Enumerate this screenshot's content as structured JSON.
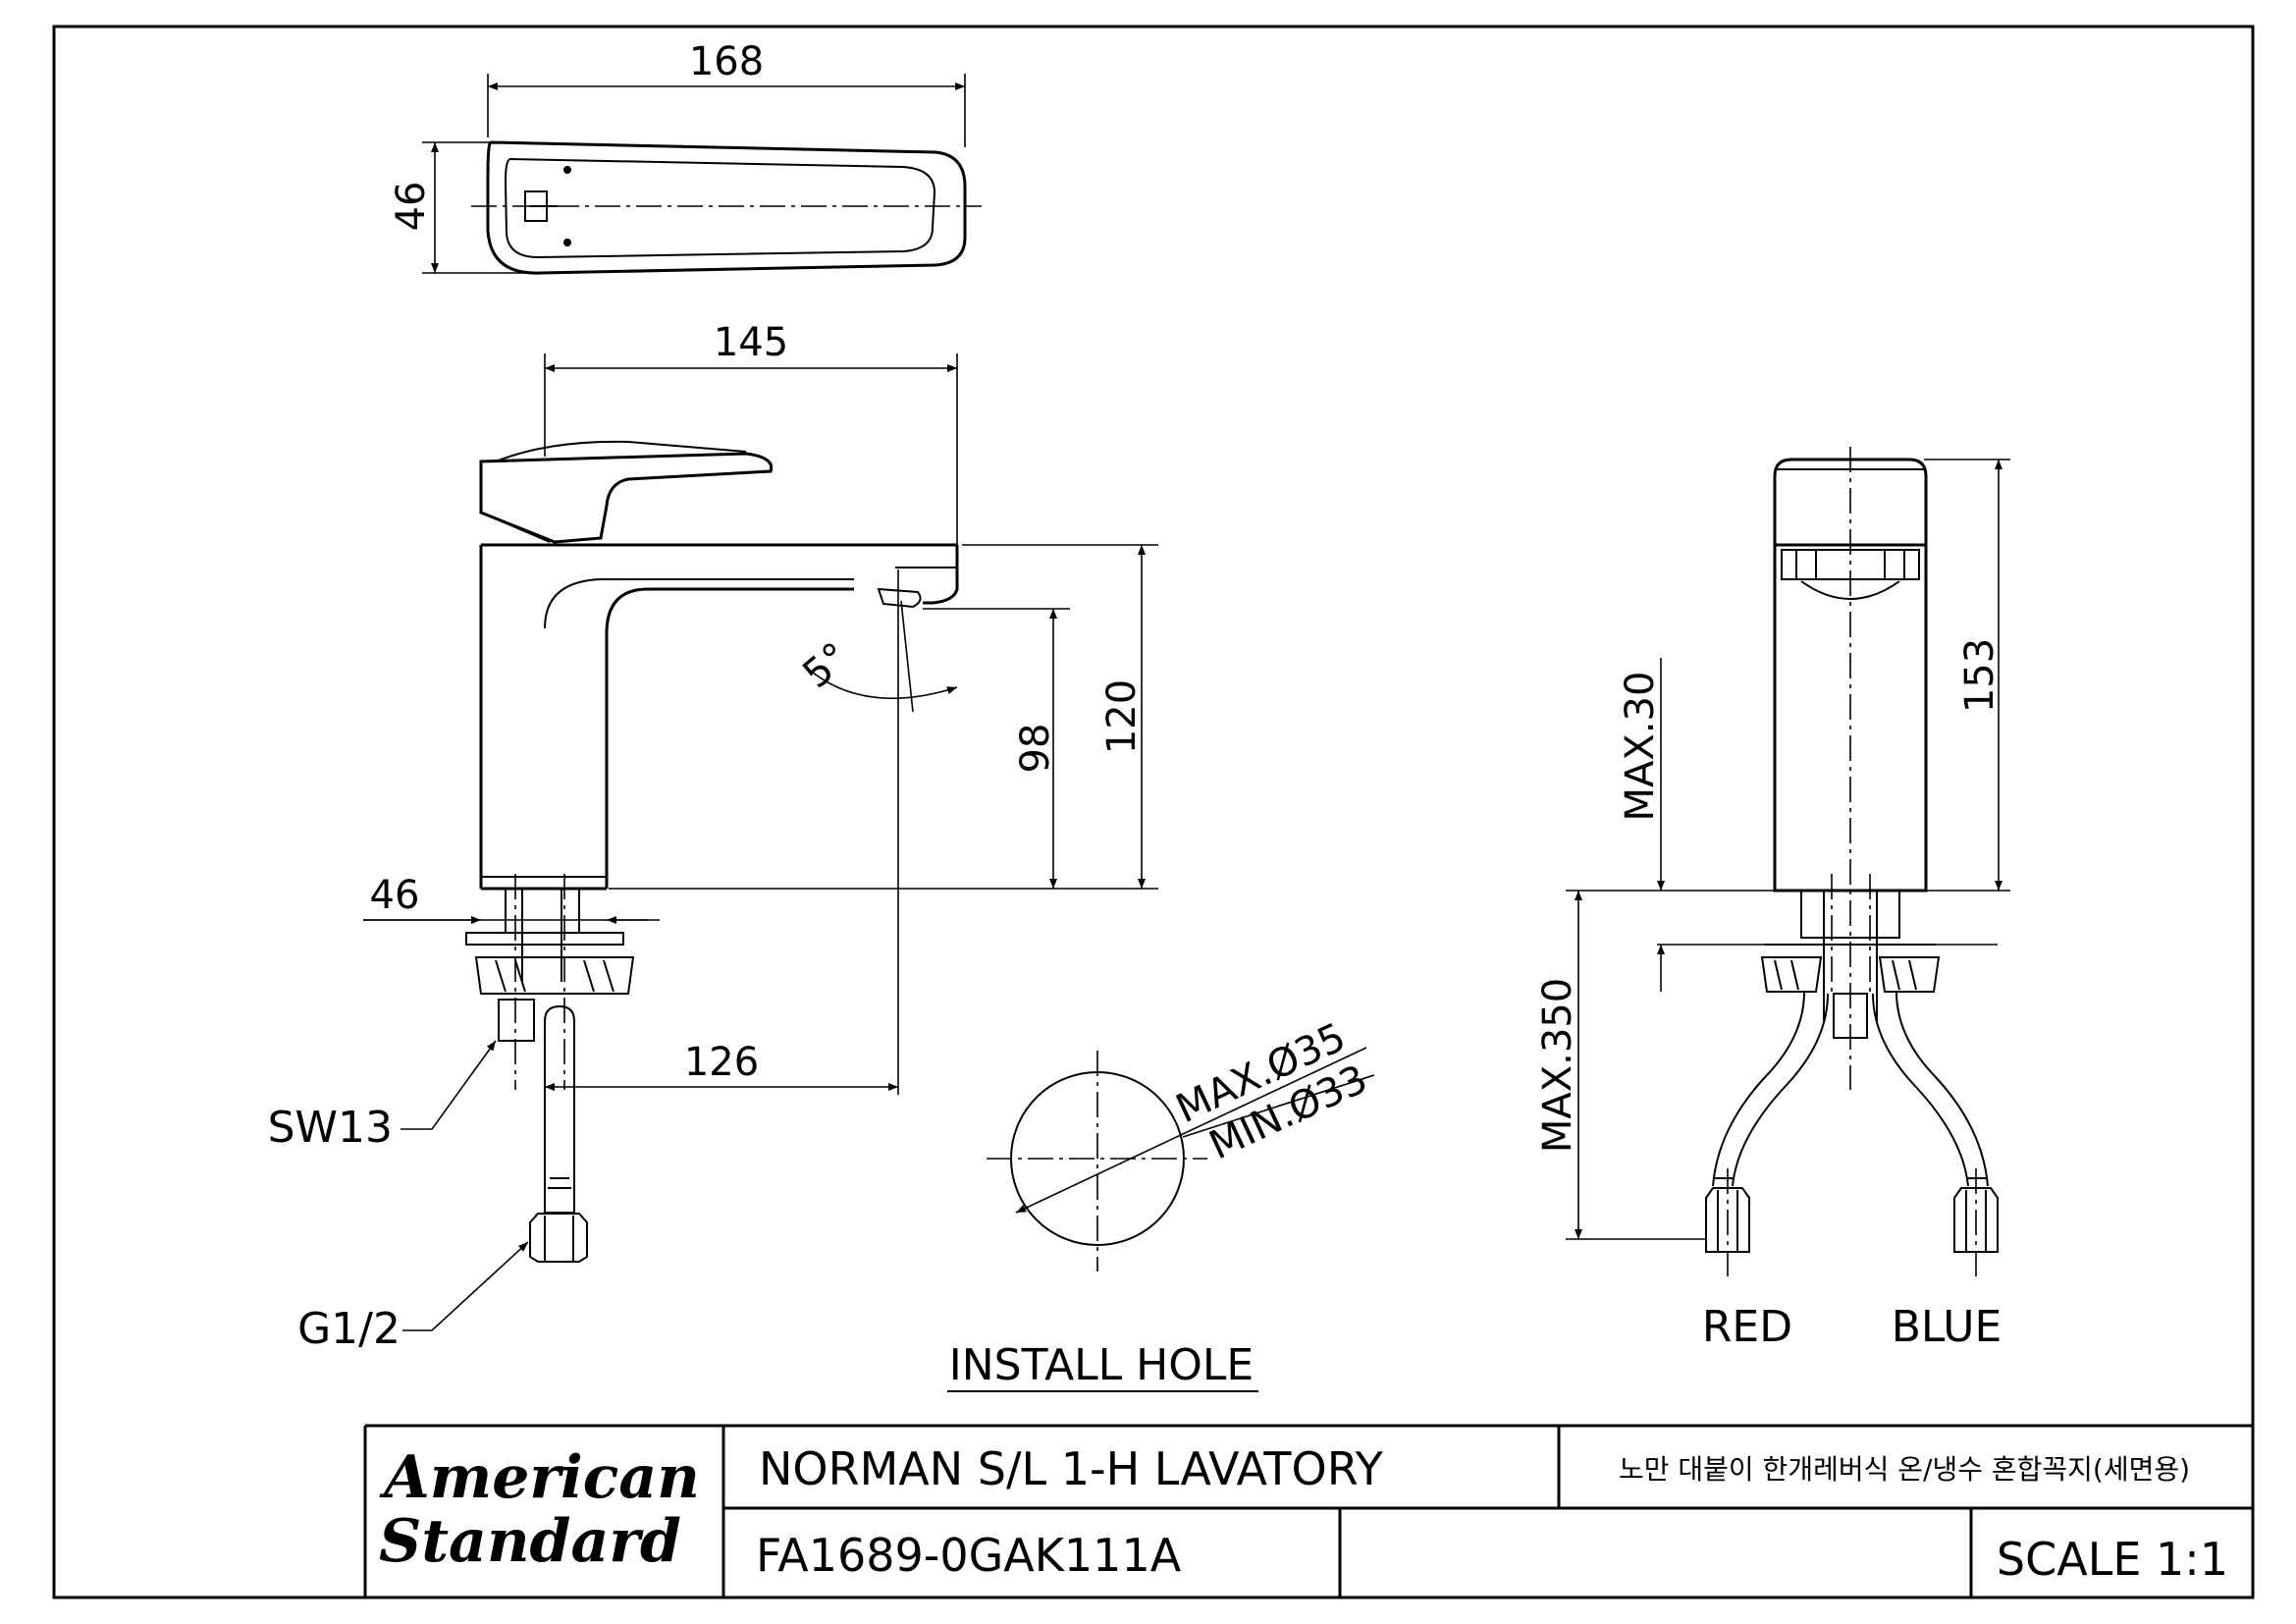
{
  "dimensions": {
    "top_width": "168",
    "top_height": "46",
    "side_length": "145",
    "spout_height": "98",
    "body_height": "120",
    "base_width": "46",
    "hole_to_outlet": "126",
    "spout_angle": "5°",
    "front_height": "153",
    "max_deck": "MAX.30",
    "max_hose": "MAX.350",
    "hole_max": "MAX.Ø35",
    "hole_min": "MIN.Ø33"
  },
  "labels": {
    "wrench": "SW13",
    "thread": "G1/2",
    "install_hole": "INSTALL HOLE",
    "red": "RED",
    "blue": "BLUE"
  },
  "title_block": {
    "brand_line1": "American",
    "brand_line2": "Standard",
    "product_name": "NORMAN S/L 1-H LAVATORY",
    "product_name_ko": "노만 대붙이 한개레버식 온/냉수 혼합꼭지(세면용)",
    "model_code": "FA1689-0GAK111A",
    "scale": "SCALE 1:1"
  }
}
